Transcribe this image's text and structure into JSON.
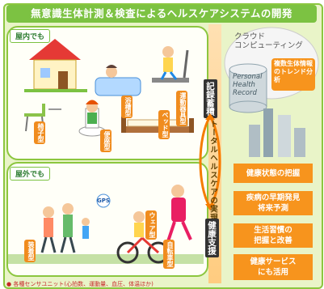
{
  "title": "無意識生体計測＆検査によるヘルスケアシステムの開発",
  "indoor": {
    "tag": "屋内でも",
    "items": [
      {
        "label": "浴槽型"
      },
      {
        "label": "運動器具型"
      },
      {
        "label": "椅子型"
      },
      {
        "label": "便座型"
      },
      {
        "label": "ベッド型"
      }
    ]
  },
  "outdoor": {
    "tag": "屋外でも",
    "items": [
      {
        "label": "装着型"
      },
      {
        "label": "ウェア型"
      },
      {
        "label": "自転車型"
      }
    ],
    "gps": "GPS",
    "footnote": "各種センサユニット(心拍数、運動量、血圧、体温ほか)"
  },
  "center": {
    "record": "記録蓄積",
    "total": "トータルヘルスケアの実現",
    "support": "健康支援"
  },
  "cloud": {
    "title_line1": "クラウド",
    "title_line2": "コンピューティング",
    "record_line1": "Personal",
    "record_line2": "Health",
    "record_line3": "Record",
    "analysis": "複数生体情報のトレンド分析"
  },
  "outcomes": [
    {
      "line1": "健康状態の把握",
      "line2": ""
    },
    {
      "line1": "疾病の早期発見",
      "line2": "将来予測"
    },
    {
      "line1": "生活習慣の",
      "line2": "把握と改善"
    },
    {
      "line1": "健康サービス",
      "line2": "にも活用"
    }
  ],
  "colors": {
    "accent_green": "#7cc242",
    "accent_orange": "#f7941d",
    "frame_bg": "#e9f4c8"
  }
}
